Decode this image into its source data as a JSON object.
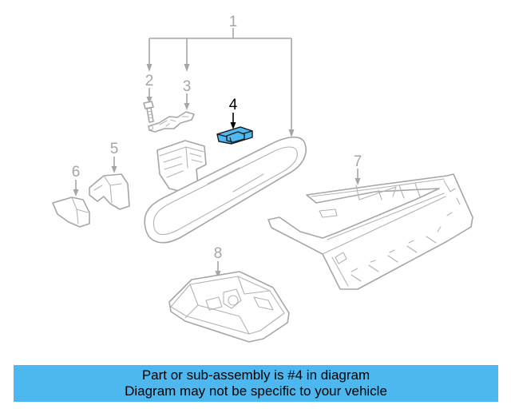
{
  "diagram": {
    "callouts": {
      "c1": "1",
      "c2": "2",
      "c3": "3",
      "c4": "4",
      "c5": "5",
      "c6": "6",
      "c7": "7",
      "c8": "8"
    },
    "highlighted_part": "4",
    "highlight_color": "#4fb8ee",
    "line_color": "#a6a6a6"
  },
  "banner": {
    "line1": "Part or sub-assembly is #4 in diagram",
    "line2": "Diagram may not be specific to your vehicle",
    "background": "#4db8f0"
  }
}
